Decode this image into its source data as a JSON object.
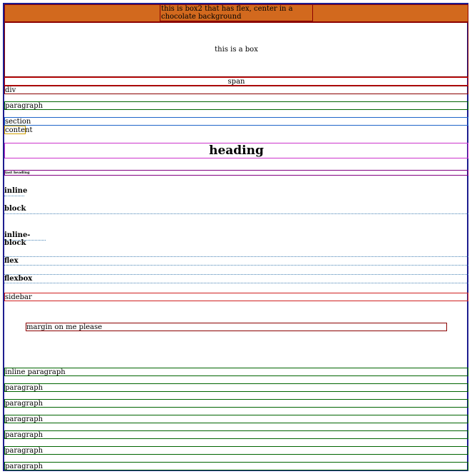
{
  "box2_text": "this is box2 that has flex, center in a chocolate background",
  "box_text": "this is a box",
  "span_text": "span",
  "div_text": "div",
  "paragraph_text": "paragraph",
  "section_text": "section",
  "content_text": "content",
  "heading_text": "heading",
  "last_heading_text": "last heading",
  "display_items": [
    "inline",
    "block",
    "inline-block",
    "flex",
    "flexbox"
  ],
  "sidebar_text": "sidebar",
  "margin_text": "margin on me please",
  "inline_paragraph_text": "inline paragraph",
  "paragraphs": [
    "paragraph",
    "paragraph",
    "paragraph",
    "paragraph",
    "paragraph",
    "paragraph"
  ],
  "colors": {
    "chocolate": "#d2691e",
    "frame": "#1d1d8f",
    "green": "#006400"
  }
}
